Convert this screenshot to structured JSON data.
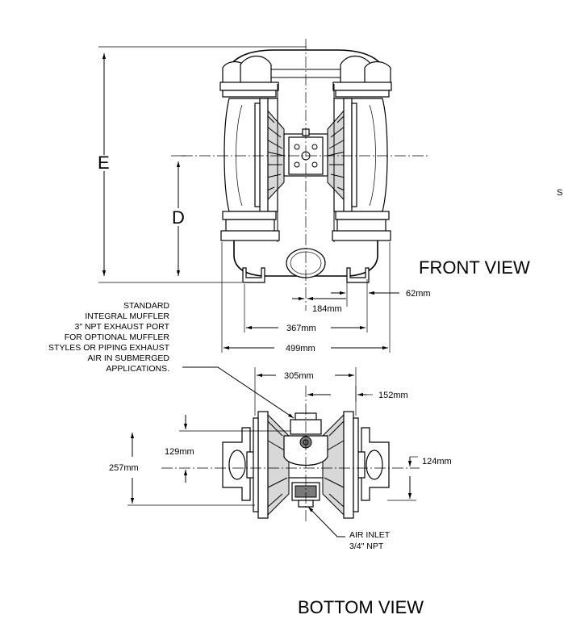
{
  "views": {
    "front": "FRONT VIEW",
    "bottom": "BOTTOM VIEW"
  },
  "front_dims": {
    "e": "E",
    "d": "D",
    "d62": "62mm",
    "d184": "184mm",
    "d367": "367mm",
    "d499": "499mm"
  },
  "bottom_dims": {
    "d305": "305mm",
    "d152": "152mm",
    "d129": "129mm",
    "d257": "257mm",
    "d124": "124mm"
  },
  "notes": {
    "muffler": [
      "STANDARD",
      "INTEGRAL MUFFLER",
      "3\" NPT EXHAUST PORT",
      "FOR OPTIONAL MUFFLER",
      "STYLES OR PIPING EXHAUST",
      "AIR IN SUBMERGED",
      "APPLICATIONS."
    ],
    "air_inlet": [
      "AIR INLET",
      "3/4\" NPT"
    ],
    "edge_fragment": "S"
  }
}
